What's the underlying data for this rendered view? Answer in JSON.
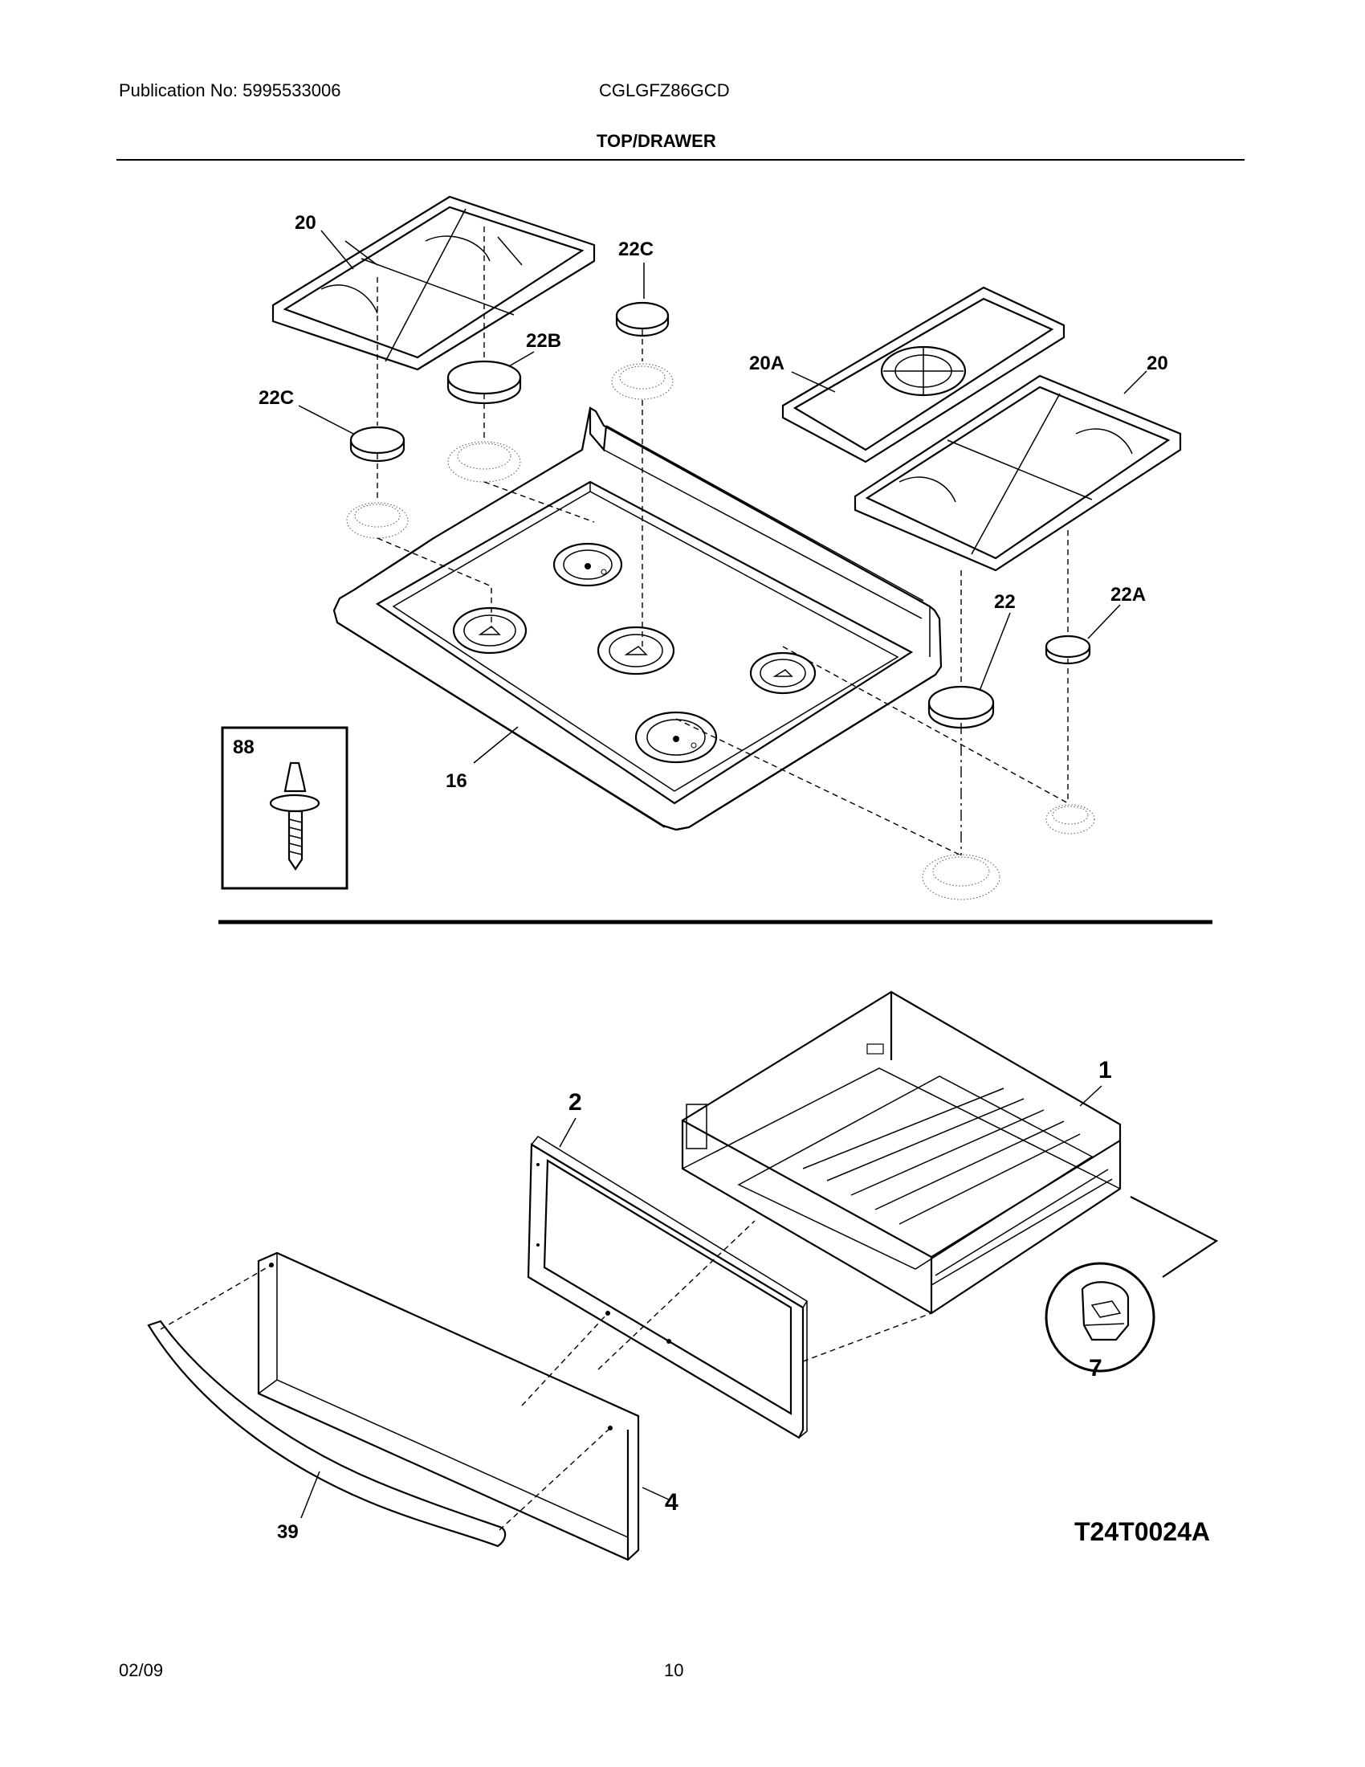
{
  "header": {
    "publication": "Publication No: 5995533006",
    "model": "CGLGFZ86GCD",
    "section_title": "TOP/DRAWER"
  },
  "callouts": {
    "grate_left": "20",
    "grate_right": "20",
    "grate_center": "20A",
    "cap_22c_top": "22C",
    "cap_22c_left": "22C",
    "cap_22b": "22B",
    "cap_22": "22",
    "cap_22a": "22A",
    "cooktop": "16",
    "stud": "88",
    "drawer_body": "1",
    "drawer_frame": "2",
    "drawer_front": "4",
    "handle": "39",
    "clip": "7"
  },
  "diagram_code": "T24T0024A",
  "footer": {
    "date": "02/09",
    "page": "10"
  }
}
